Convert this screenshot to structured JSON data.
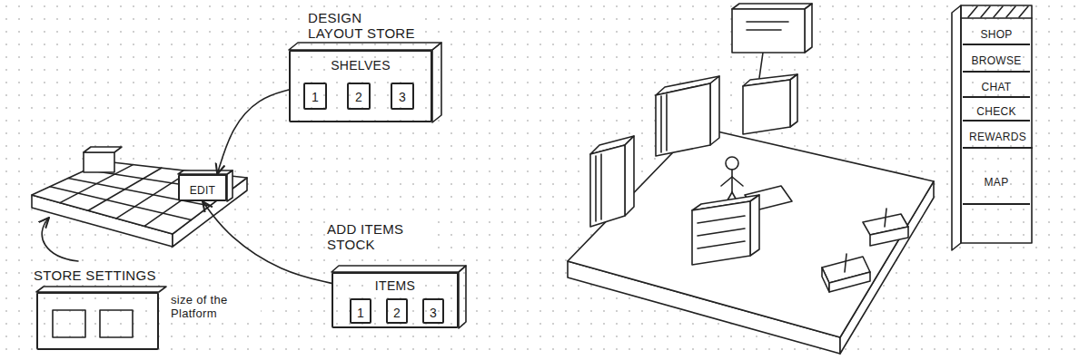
{
  "diagram": {
    "nodes": [
      {
        "text": [
          "DESIGN LAYOUT STORE",
          "SHELVES"
        ]
      },
      {
        "text": [
          "1"
        ],
        "in": 0
      },
      {
        "text": [
          "2"
        ],
        "in": 0
      },
      {
        "text": [
          "3"
        ],
        "in": 0
      },
      {
        "text": [
          "ADD ITEMS STOCK",
          "ITEMS"
        ]
      },
      {
        "text": [
          "1"
        ],
        "in": 4
      },
      {
        "text": [
          "2"
        ],
        "in": 4
      },
      {
        "text": [
          "3"
        ],
        "in": 4
      },
      {
        "text": [
          "STORE SETTINGS",
          "size of the Platform"
        ]
      },
      {
        "text": [
          "EDIT"
        ]
      },
      {
        "text": [
          "SHOP"
        ]
      },
      {
        "text": [
          "BROWSE"
        ]
      },
      {
        "text": [
          "CHAT"
        ]
      },
      {
        "text": [
          "CHECK"
        ]
      },
      {
        "text": [
          "REWARDS"
        ]
      },
      {
        "text": [
          "MAP"
        ]
      }
    ],
    "edges": [
      {
        "from": 0,
        "to": 9,
        "arrow": "to"
      },
      {
        "from": 4,
        "to": 9,
        "arrow": "to"
      }
    ]
  }
}
